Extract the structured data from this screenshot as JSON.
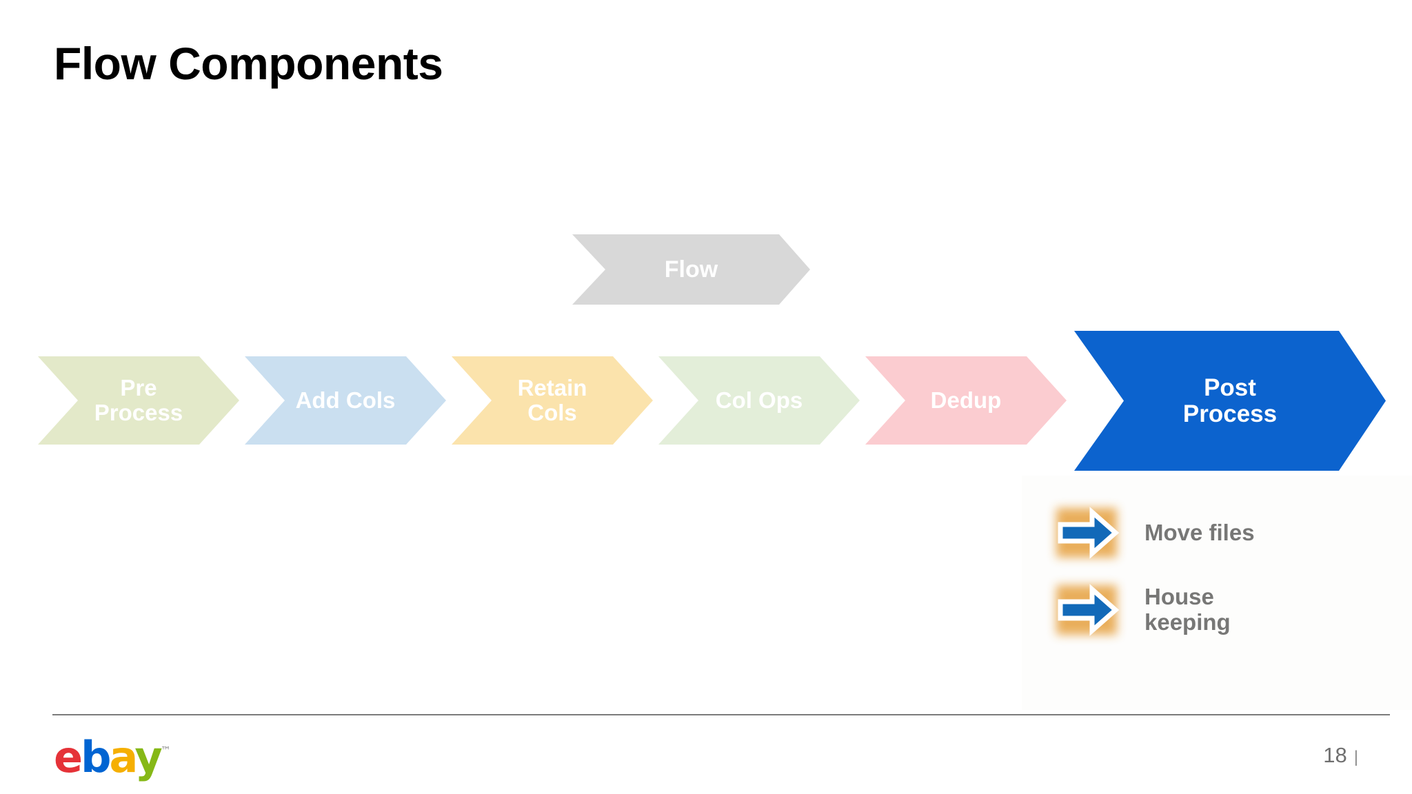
{
  "slide": {
    "title": "Flow Components",
    "page_number": "18",
    "page_separator": "|",
    "background_color": "#ffffff"
  },
  "logo": {
    "name": "ebay-logo",
    "letters": [
      {
        "char": "e",
        "color": "#e53238"
      },
      {
        "char": "b",
        "color": "#0064d2"
      },
      {
        "char": "a",
        "color": "#f5af02"
      },
      {
        "char": "y",
        "color": "#86b817"
      }
    ],
    "trademark": "™"
  },
  "diagram": {
    "top_stage": {
      "label": "Flow",
      "fill": "#d8d8d8",
      "text_color": "#ffffff"
    },
    "stages": [
      {
        "label": "Pre Process",
        "line1": "Pre",
        "line2": "Process",
        "fill": "#e3e9c9",
        "text_color": "#ffffff"
      },
      {
        "label": "Add Cols",
        "line1": "Add Cols",
        "line2": "",
        "fill": "#cadff0",
        "text_color": "#ffffff"
      },
      {
        "label": "Retain Cols",
        "line1": "Retain",
        "line2": "Cols",
        "fill": "#fbe3ac",
        "text_color": "#ffffff"
      },
      {
        "label": "Col Ops",
        "line1": "Col Ops",
        "line2": "",
        "fill": "#e3eed9",
        "text_color": "#ffffff"
      },
      {
        "label": "Dedup",
        "line1": "Dedup",
        "line2": "",
        "fill": "#fbccd0",
        "text_color": "#ffffff"
      }
    ],
    "active_stage": {
      "label": "Post Process",
      "line1": "Post",
      "line2": "Process",
      "fill": "#0c63ce",
      "text_color": "#ffffff"
    }
  },
  "details": {
    "items": [
      {
        "icon": "right-arrow-icon",
        "line1": "Move files",
        "line2": ""
      },
      {
        "icon": "right-arrow-icon",
        "line1": "House",
        "line2": "keeping"
      }
    ],
    "icon_arrow_color": "#1269b8",
    "icon_glow_color": "#e8a84e",
    "text_color": "#777776"
  }
}
